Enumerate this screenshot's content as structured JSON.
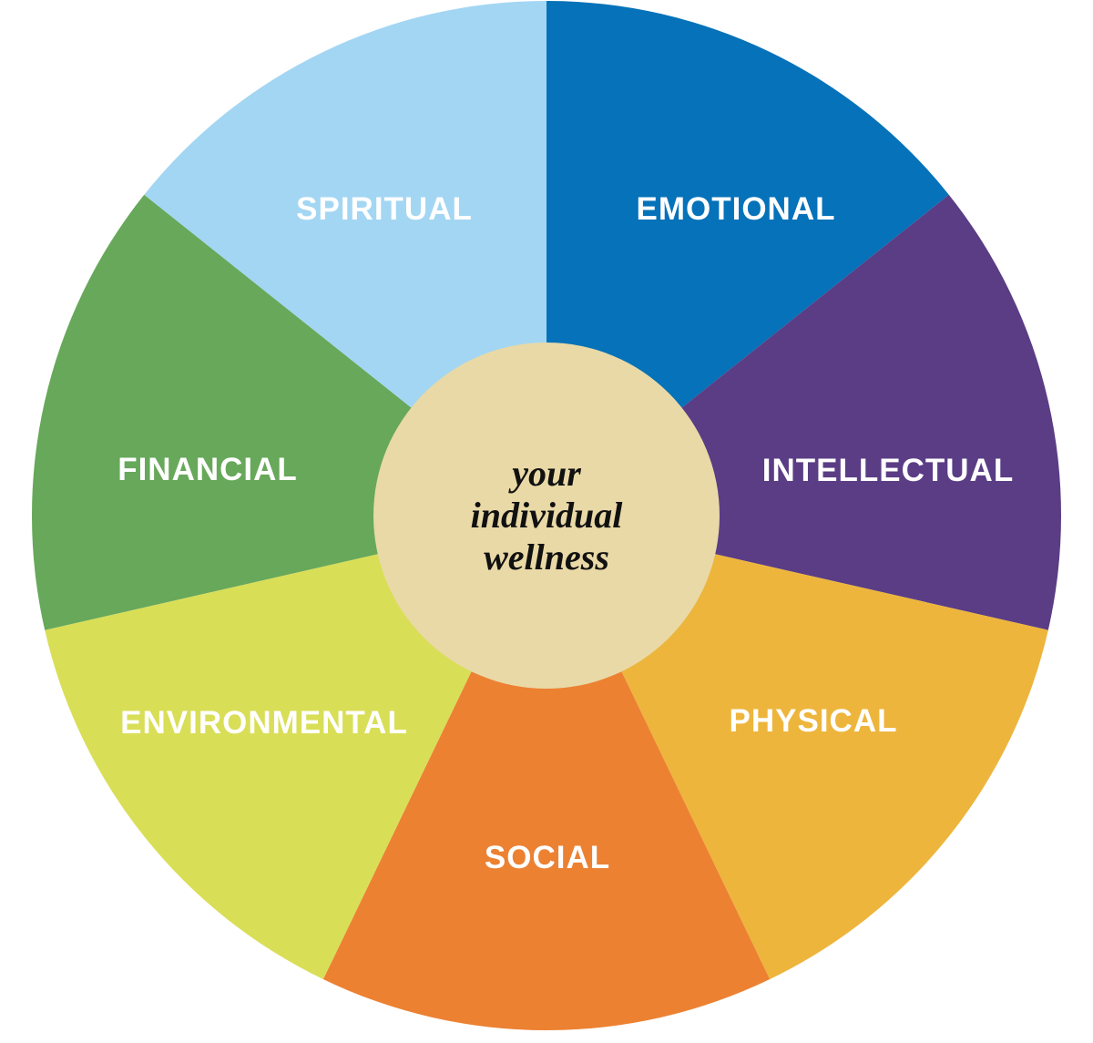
{
  "center": {
    "line1": "your",
    "line2": "individual",
    "line3": "wellness",
    "color": "#E9D9A6"
  },
  "segments": [
    {
      "key": "emotional",
      "label": "EMOTIONAL",
      "color": "#0572B9"
    },
    {
      "key": "intellectual",
      "label": "INTELLECTUAL",
      "color": "#5A3D85"
    },
    {
      "key": "physical",
      "label": "PHYSICAL",
      "color": "#EDB53C"
    },
    {
      "key": "social",
      "label": "SOCIAL",
      "color": "#EC8132"
    },
    {
      "key": "environmental",
      "label": "ENVIRONMENTAL",
      "color": "#D9DE57"
    },
    {
      "key": "financial",
      "label": "FINANCIAL",
      "color": "#67A85A"
    },
    {
      "key": "spiritual",
      "label": "SPIRITUAL",
      "color": "#A3D6F3"
    }
  ]
}
